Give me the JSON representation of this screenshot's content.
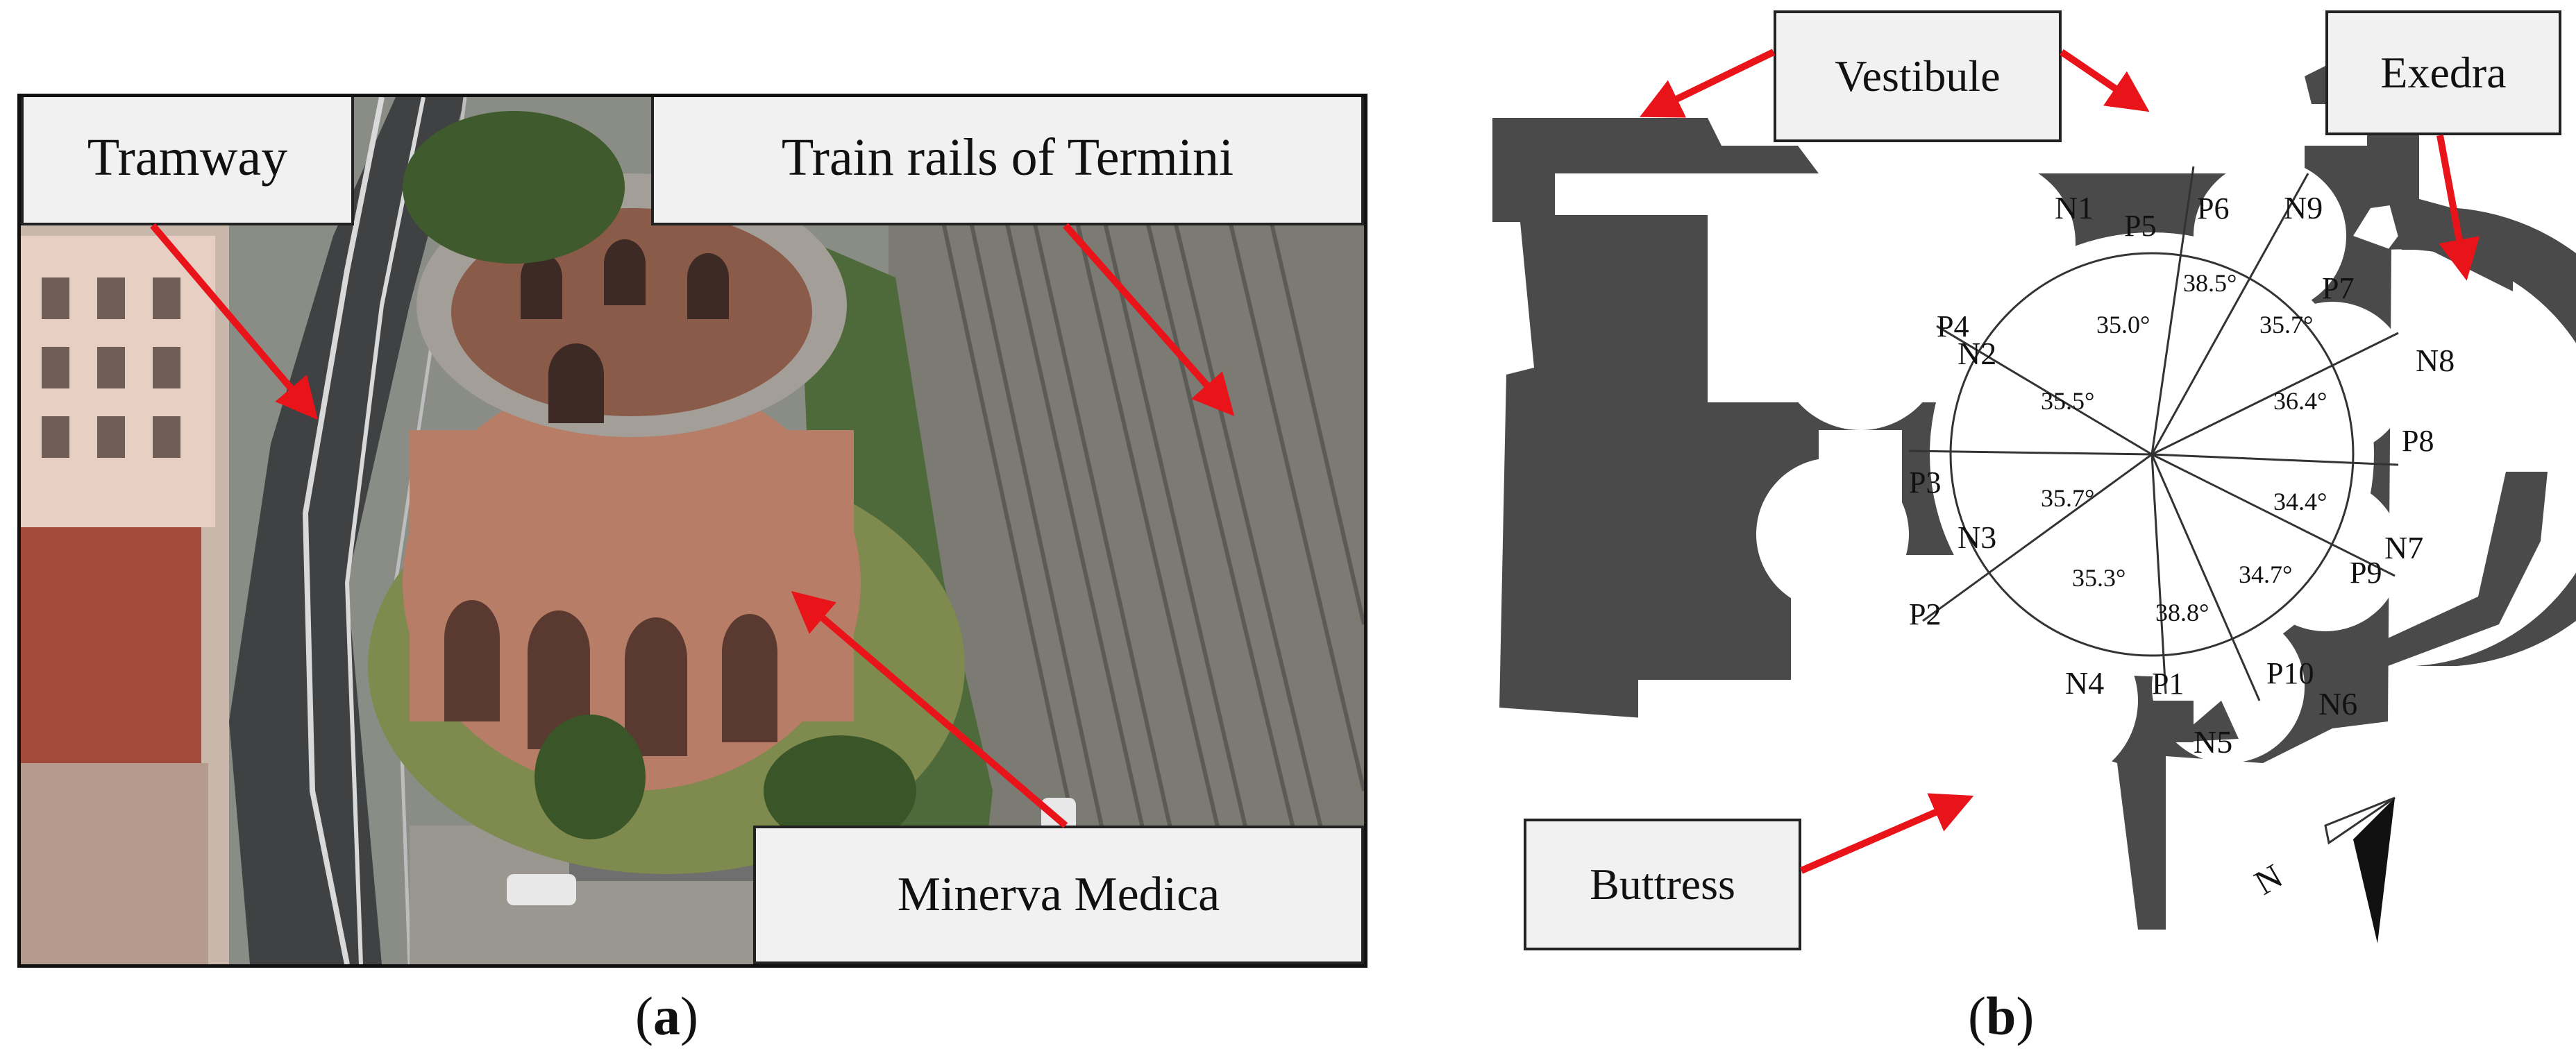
{
  "panel_a": {
    "labels": {
      "tramway": "Tramway",
      "train_rails": "Train rails of Termini",
      "minerva_medica": "Minerva Medica"
    },
    "caption_letter": "a"
  },
  "panel_b": {
    "labels": {
      "vestibule": "Vestibule",
      "exedra": "Exedra",
      "buttress": "Buttress"
    },
    "niches": [
      "N1",
      "N2",
      "N3",
      "N4",
      "N5",
      "N6",
      "N7",
      "N8",
      "N9"
    ],
    "pillars": [
      "P1",
      "P2",
      "P3",
      "P4",
      "P5",
      "P6",
      "P7",
      "P8",
      "P9",
      "P10"
    ],
    "angles": [
      "38.5°",
      "35.7°",
      "36.4°",
      "34.4°",
      "34.7°",
      "38.8°",
      "35.3°",
      "35.7°",
      "35.5°",
      "35.0°"
    ],
    "north_label": "N",
    "caption_letter": "b"
  },
  "colors": {
    "arrow": "#e8141a",
    "plan_fill": "#4a4a4a",
    "label_bg": "#f1f1f1"
  }
}
